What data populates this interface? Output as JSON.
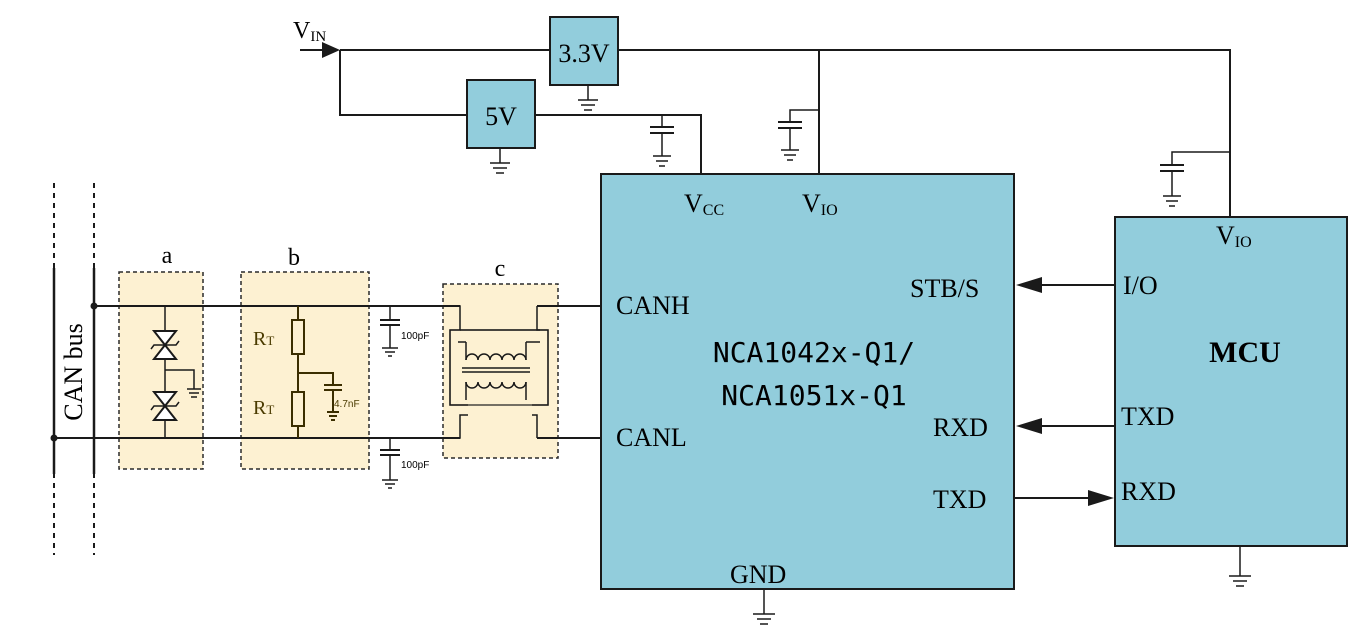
{
  "supply": {
    "vin_main": "V",
    "vin_sub": "IN",
    "reg_33_label": "3.3V",
    "reg_5_label": "5V"
  },
  "transceiver": {
    "name_line1": "NCA1042x-Q1/",
    "name_line2": "NCA1051x-Q1",
    "vcc_main": "V",
    "vcc_sub": "CC",
    "vio_main": "V",
    "vio_sub": "IO",
    "canh": "CANH",
    "canl": "CANL",
    "stb": "STB/S",
    "rxd": "RXD",
    "txd": "TXD",
    "gnd": "GND"
  },
  "mcu": {
    "name": "MCU",
    "vio_main": "V",
    "vio_sub": "IO",
    "io": "I/O",
    "txd": "TXD",
    "rxd": "RXD"
  },
  "bus": {
    "label": "CAN bus"
  },
  "sections": {
    "a": "a",
    "b": "b",
    "c": "c"
  },
  "components": {
    "rt_main": "R",
    "rt_sub": "T",
    "cap_split": "4.7nF",
    "cap_h": "100pF",
    "cap_l": "100pF"
  },
  "colors": {
    "block_fill": "#92cddc",
    "filter_fill": "#fdf1d2"
  }
}
